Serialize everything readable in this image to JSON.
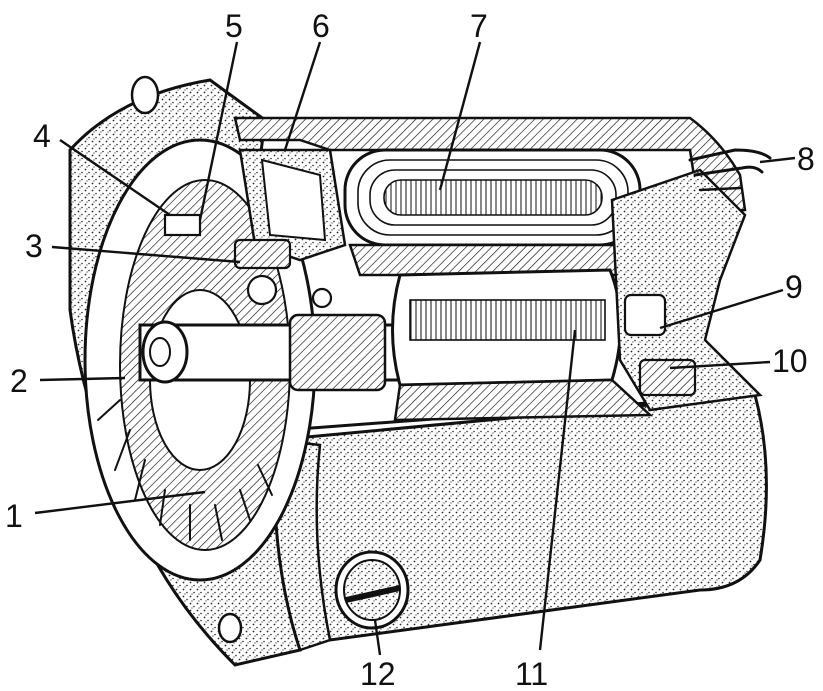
{
  "figure": {
    "subject": "starter-motor-cutaway",
    "callouts": [
      {
        "id": "1",
        "label": "1"
      },
      {
        "id": "2",
        "label": "2"
      },
      {
        "id": "3",
        "label": "3"
      },
      {
        "id": "4",
        "label": "4"
      },
      {
        "id": "5",
        "label": "5"
      },
      {
        "id": "6",
        "label": "6"
      },
      {
        "id": "7",
        "label": "7"
      },
      {
        "id": "8",
        "label": "8"
      },
      {
        "id": "9",
        "label": "9"
      },
      {
        "id": "10",
        "label": "10"
      },
      {
        "id": "11",
        "label": "11"
      },
      {
        "id": "12",
        "label": "12"
      }
    ]
  },
  "colors": {
    "ink": "#111111",
    "paper": "#ffffff",
    "stipple": "#2a2a2a"
  }
}
